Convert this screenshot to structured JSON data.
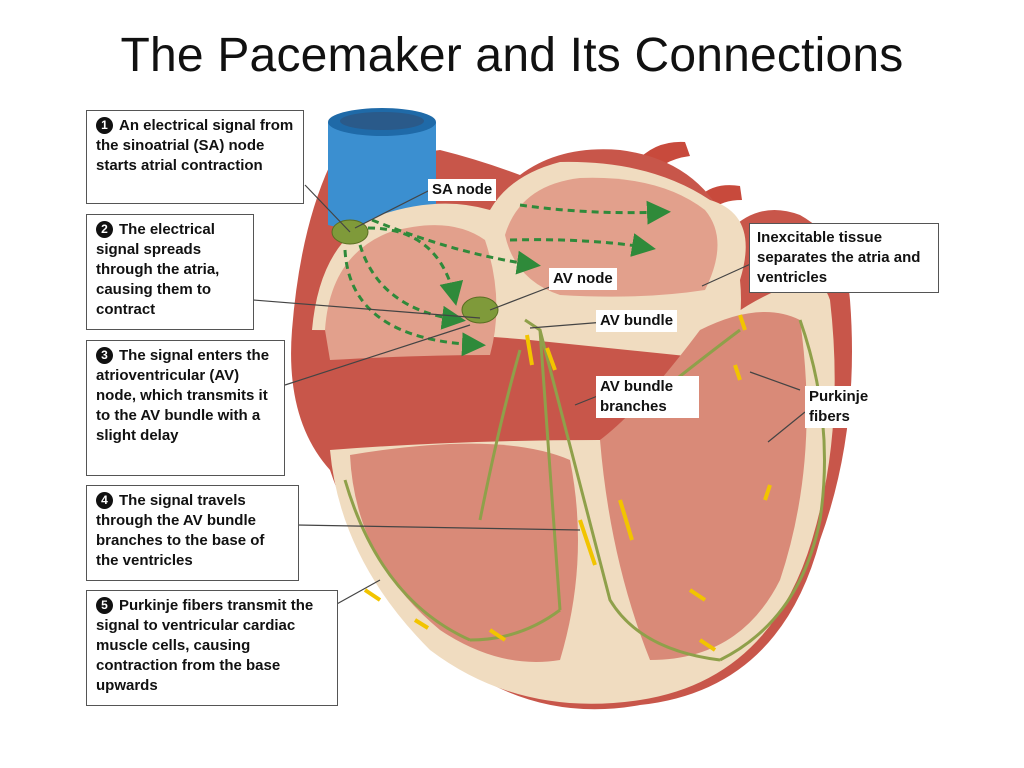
{
  "title": "The Pacemaker and Its Connections",
  "steps": [
    {
      "num": "1",
      "text": "An electrical signal from the sinoatrial (SA) node starts atrial contraction"
    },
    {
      "num": "2",
      "text": "The electrical signal spreads through the atria, causing them to contract"
    },
    {
      "num": "3",
      "text": "The signal enters the atrioventricular (AV) node, which transmits it to the AV bundle with a slight delay"
    },
    {
      "num": "4",
      "text": "The signal travels through the AV bundle branches to the base of the ventricles"
    },
    {
      "num": "5",
      "text": "Purkinje fibers transmit the signal to ventricular cardiac muscle cells, causing contraction from the base upwards"
    }
  ],
  "labels": {
    "sa_node": "SA node",
    "av_node": "AV node",
    "av_bundle": "AV bundle",
    "av_bundle_branches": "AV bundle branches",
    "inexcitable_tissue": "Inexcitable tissue separates the atria and ventricles",
    "purkinje_fibers": "Purkinje fibers"
  },
  "colors": {
    "myocardium": "#c8564a",
    "chamber": "#e2a08c",
    "tissue": "#f0dcc0",
    "vein": "#3b8fd0",
    "conduction": "#8fa04a",
    "signal_arrow": "#2f8a3a",
    "purkinje_arrow": "#f2c400"
  }
}
